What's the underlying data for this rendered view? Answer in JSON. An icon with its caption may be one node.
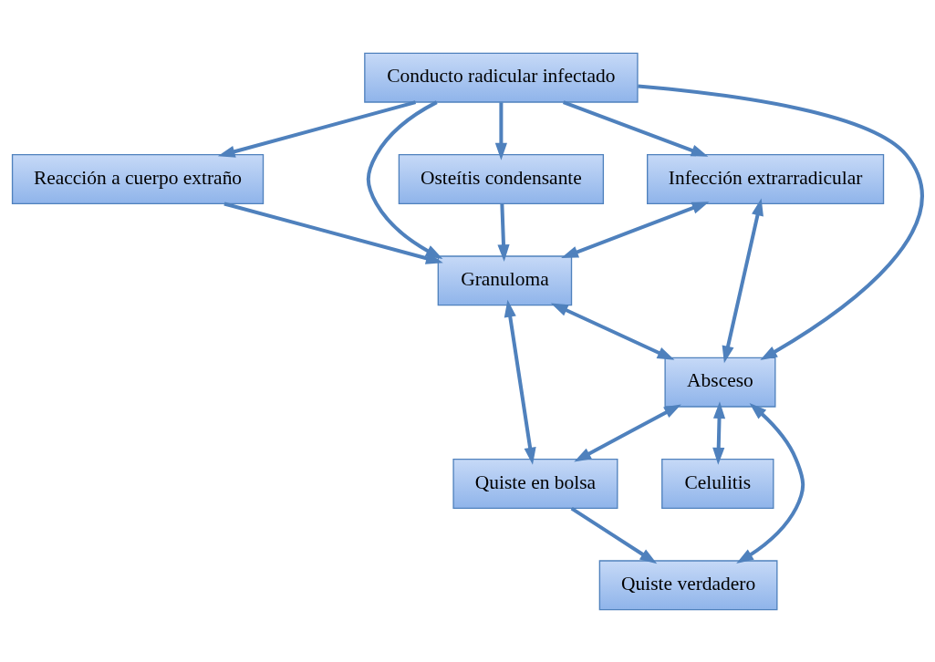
{
  "diagram": {
    "nodes": [
      {
        "text": [
          "Conducto radicular infectado"
        ]
      },
      {
        "text": [
          "Infección extrarradicular"
        ]
      },
      {
        "text": [
          "Reacción a cuerpo extraño"
        ]
      },
      {
        "text": [
          "Granuloma"
        ]
      },
      {
        "text": [
          "Osteítis condensante"
        ]
      },
      {
        "text": [
          "Absceso"
        ]
      },
      {
        "text": [
          "Quiste en bolsa"
        ]
      },
      {
        "text": [
          "Celulitis"
        ]
      },
      {
        "text": [
          "Quiste verdadero"
        ]
      }
    ],
    "edges": [
      {
        "from": 0,
        "to": 5,
        "arrow": "to"
      },
      {
        "from": 0,
        "to": 1,
        "arrow": "to"
      },
      {
        "from": 0,
        "to": 3,
        "arrow": "to"
      },
      {
        "from": 0,
        "to": 2,
        "arrow": "to"
      },
      {
        "from": 0,
        "to": 4,
        "arrow": "to"
      },
      {
        "from": 1,
        "to": 3,
        "arrow": "both"
      },
      {
        "from": 2,
        "to": 3,
        "arrow": "to"
      },
      {
        "from": 4,
        "to": 3,
        "arrow": "to"
      },
      {
        "from": 1,
        "to": 5,
        "arrow": "both"
      },
      {
        "from": 3,
        "to": 5,
        "arrow": "both"
      },
      {
        "from": 3,
        "to": 6,
        "arrow": "both"
      },
      {
        "from": 5,
        "to": 6,
        "arrow": "both"
      },
      {
        "from": 5,
        "to": 7,
        "arrow": "both"
      },
      {
        "from": 6,
        "to": 8,
        "arrow": "to"
      },
      {
        "from": 5,
        "to": 8,
        "arrow": "both"
      }
    ]
  }
}
